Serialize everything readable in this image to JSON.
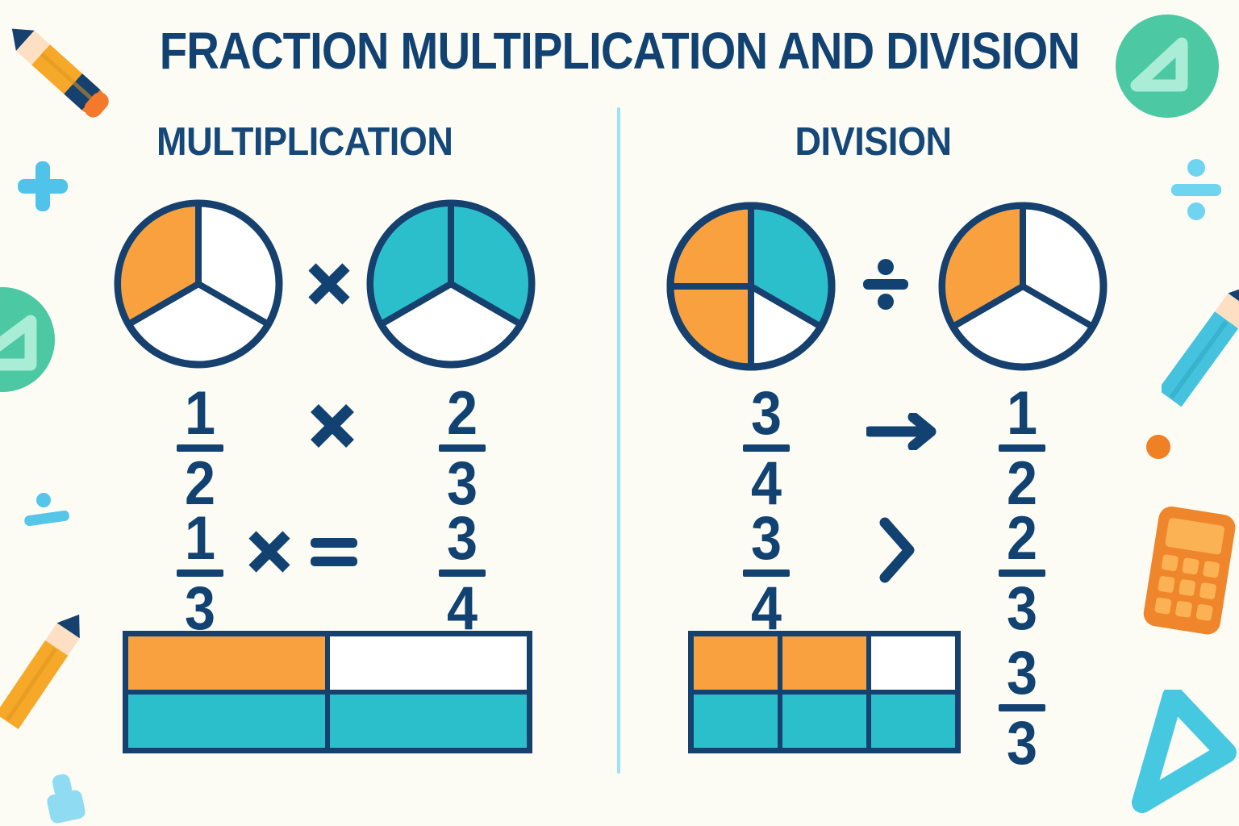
{
  "poster": {
    "title": "FRACTION MULTIPLICATION AND DIVISION",
    "background_color": "#fcfcf5"
  },
  "colors": {
    "navy": "#124271",
    "orange": "#f9a03f",
    "teal": "#2bbfcc",
    "green": "#4cc8a3",
    "light_blue": "#67d3ef",
    "divider": "#9fe2f4",
    "white": "#ffffff"
  },
  "sections": {
    "multiplication": {
      "heading": "MULTIPLICATION",
      "pies": [
        {
          "name": "pie-one-half",
          "slices": 3,
          "filled": 1,
          "fill_color": "#f9a03f"
        },
        {
          "name": "pie-two-thirds",
          "slices": 3,
          "filled": 2,
          "fill_color": "#2bbfcc"
        }
      ],
      "pie_operator": "×",
      "row1": {
        "left_num": "1",
        "left_den": "2",
        "operator": "×",
        "right_num": "2",
        "right_den": "3"
      },
      "row2": {
        "left_num": "1",
        "left_den": "3",
        "operator": "×",
        "equals": "=",
        "right_num": "3",
        "right_den": "4"
      },
      "bar_model": {
        "rows": [
          [
            "orange",
            "white"
          ],
          [
            "teal",
            "teal"
          ]
        ]
      }
    },
    "division": {
      "heading": "DIVISION",
      "pies": [
        {
          "name": "pie-three-quarters",
          "slices": 4,
          "filled": 3,
          "fill_color": "#f9a03f"
        },
        {
          "name": "pie-one-third",
          "slices": 3,
          "filled": 1,
          "fill_color": "#f9a03f"
        }
      ],
      "pie_operator": "÷",
      "row1": {
        "left_num": "3",
        "left_den": "4",
        "operator": "→",
        "right_num": "1",
        "right_den": "2"
      },
      "row2": {
        "left_num": "3",
        "left_den": "4",
        "operator": ">",
        "right_num": "2",
        "right_den": "3"
      },
      "row3": {
        "num": "3",
        "den": "3"
      },
      "bar_model": {
        "rows": [
          [
            "orange",
            "orange",
            "white"
          ],
          [
            "teal",
            "teal",
            "teal"
          ]
        ]
      }
    }
  },
  "decorations": [
    {
      "name": "pencil-yellow-top-left",
      "label": "pencil"
    },
    {
      "name": "plus-sign-left",
      "label": "+"
    },
    {
      "name": "ruler-circle-left",
      "label": "triangle ruler badge"
    },
    {
      "name": "divide-mark-left",
      "label": "÷"
    },
    {
      "name": "pencil-yellow-bottom-left",
      "label": "pencil"
    },
    {
      "name": "eraser-bottom-left",
      "label": "eraser"
    },
    {
      "name": "ruler-circle-top-right",
      "label": "triangle ruler badge"
    },
    {
      "name": "divide-sign-right",
      "label": "÷"
    },
    {
      "name": "pencil-teal-right",
      "label": "pencil"
    },
    {
      "name": "orange-dot-right",
      "label": "dot"
    },
    {
      "name": "calculator-right",
      "label": "calculator"
    },
    {
      "name": "set-square-bottom-right",
      "label": "set square"
    }
  ]
}
